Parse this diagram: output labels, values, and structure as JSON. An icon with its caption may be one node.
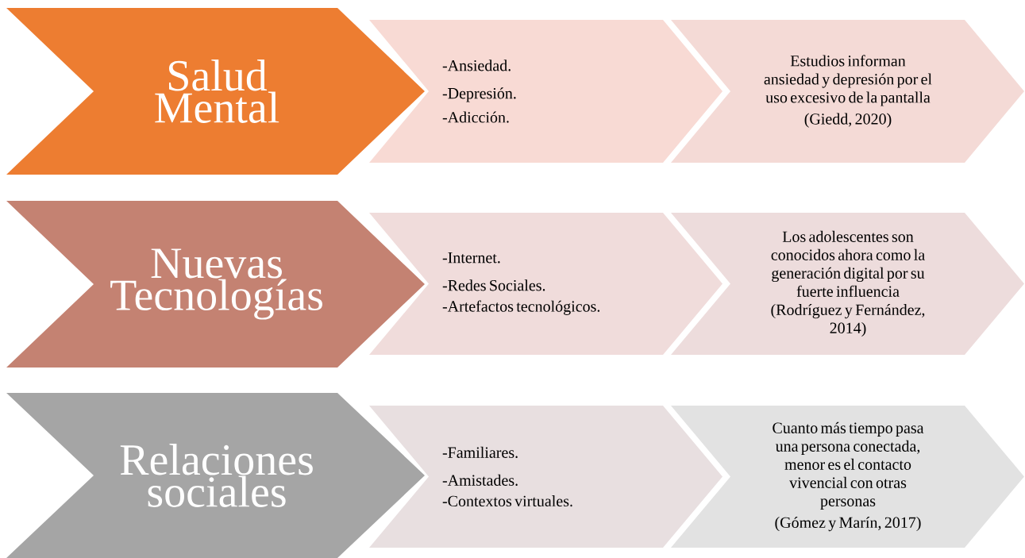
{
  "diagram": {
    "nodes": [
      {
        "text": [
          "Salud Mental"
        ]
      },
      {
        "text": [
          "-Ansiedad.",
          "-Depresión.",
          "-Adicción."
        ]
      },
      {
        "text": [
          "Estudios informan ansiedad y depresión por el uso excesivo de la pantalla",
          "(Giedd, 2020)"
        ]
      },
      {
        "text": [
          "Nuevas Tecnologías"
        ]
      },
      {
        "text": [
          "-Internet.",
          "-Redes Sociales.",
          "-Artefactos tecnológicos."
        ]
      },
      {
        "text": [
          "Los adolescentes son conocidos ahora como la generación digital por su fuerte influencia",
          "(Rodríguez y Fernández, 2014)"
        ]
      },
      {
        "text": [
          "Relaciones sociales"
        ]
      },
      {
        "text": [
          "-Familiares.",
          "-Amistades.",
          "-Contextos virtuales."
        ]
      },
      {
        "text": [
          "Cuanto más tiempo pasa una persona conectada, menor es el contacto vivencial con otras personas",
          "(Gómez y Marín, 2017)"
        ]
      }
    ]
  }
}
